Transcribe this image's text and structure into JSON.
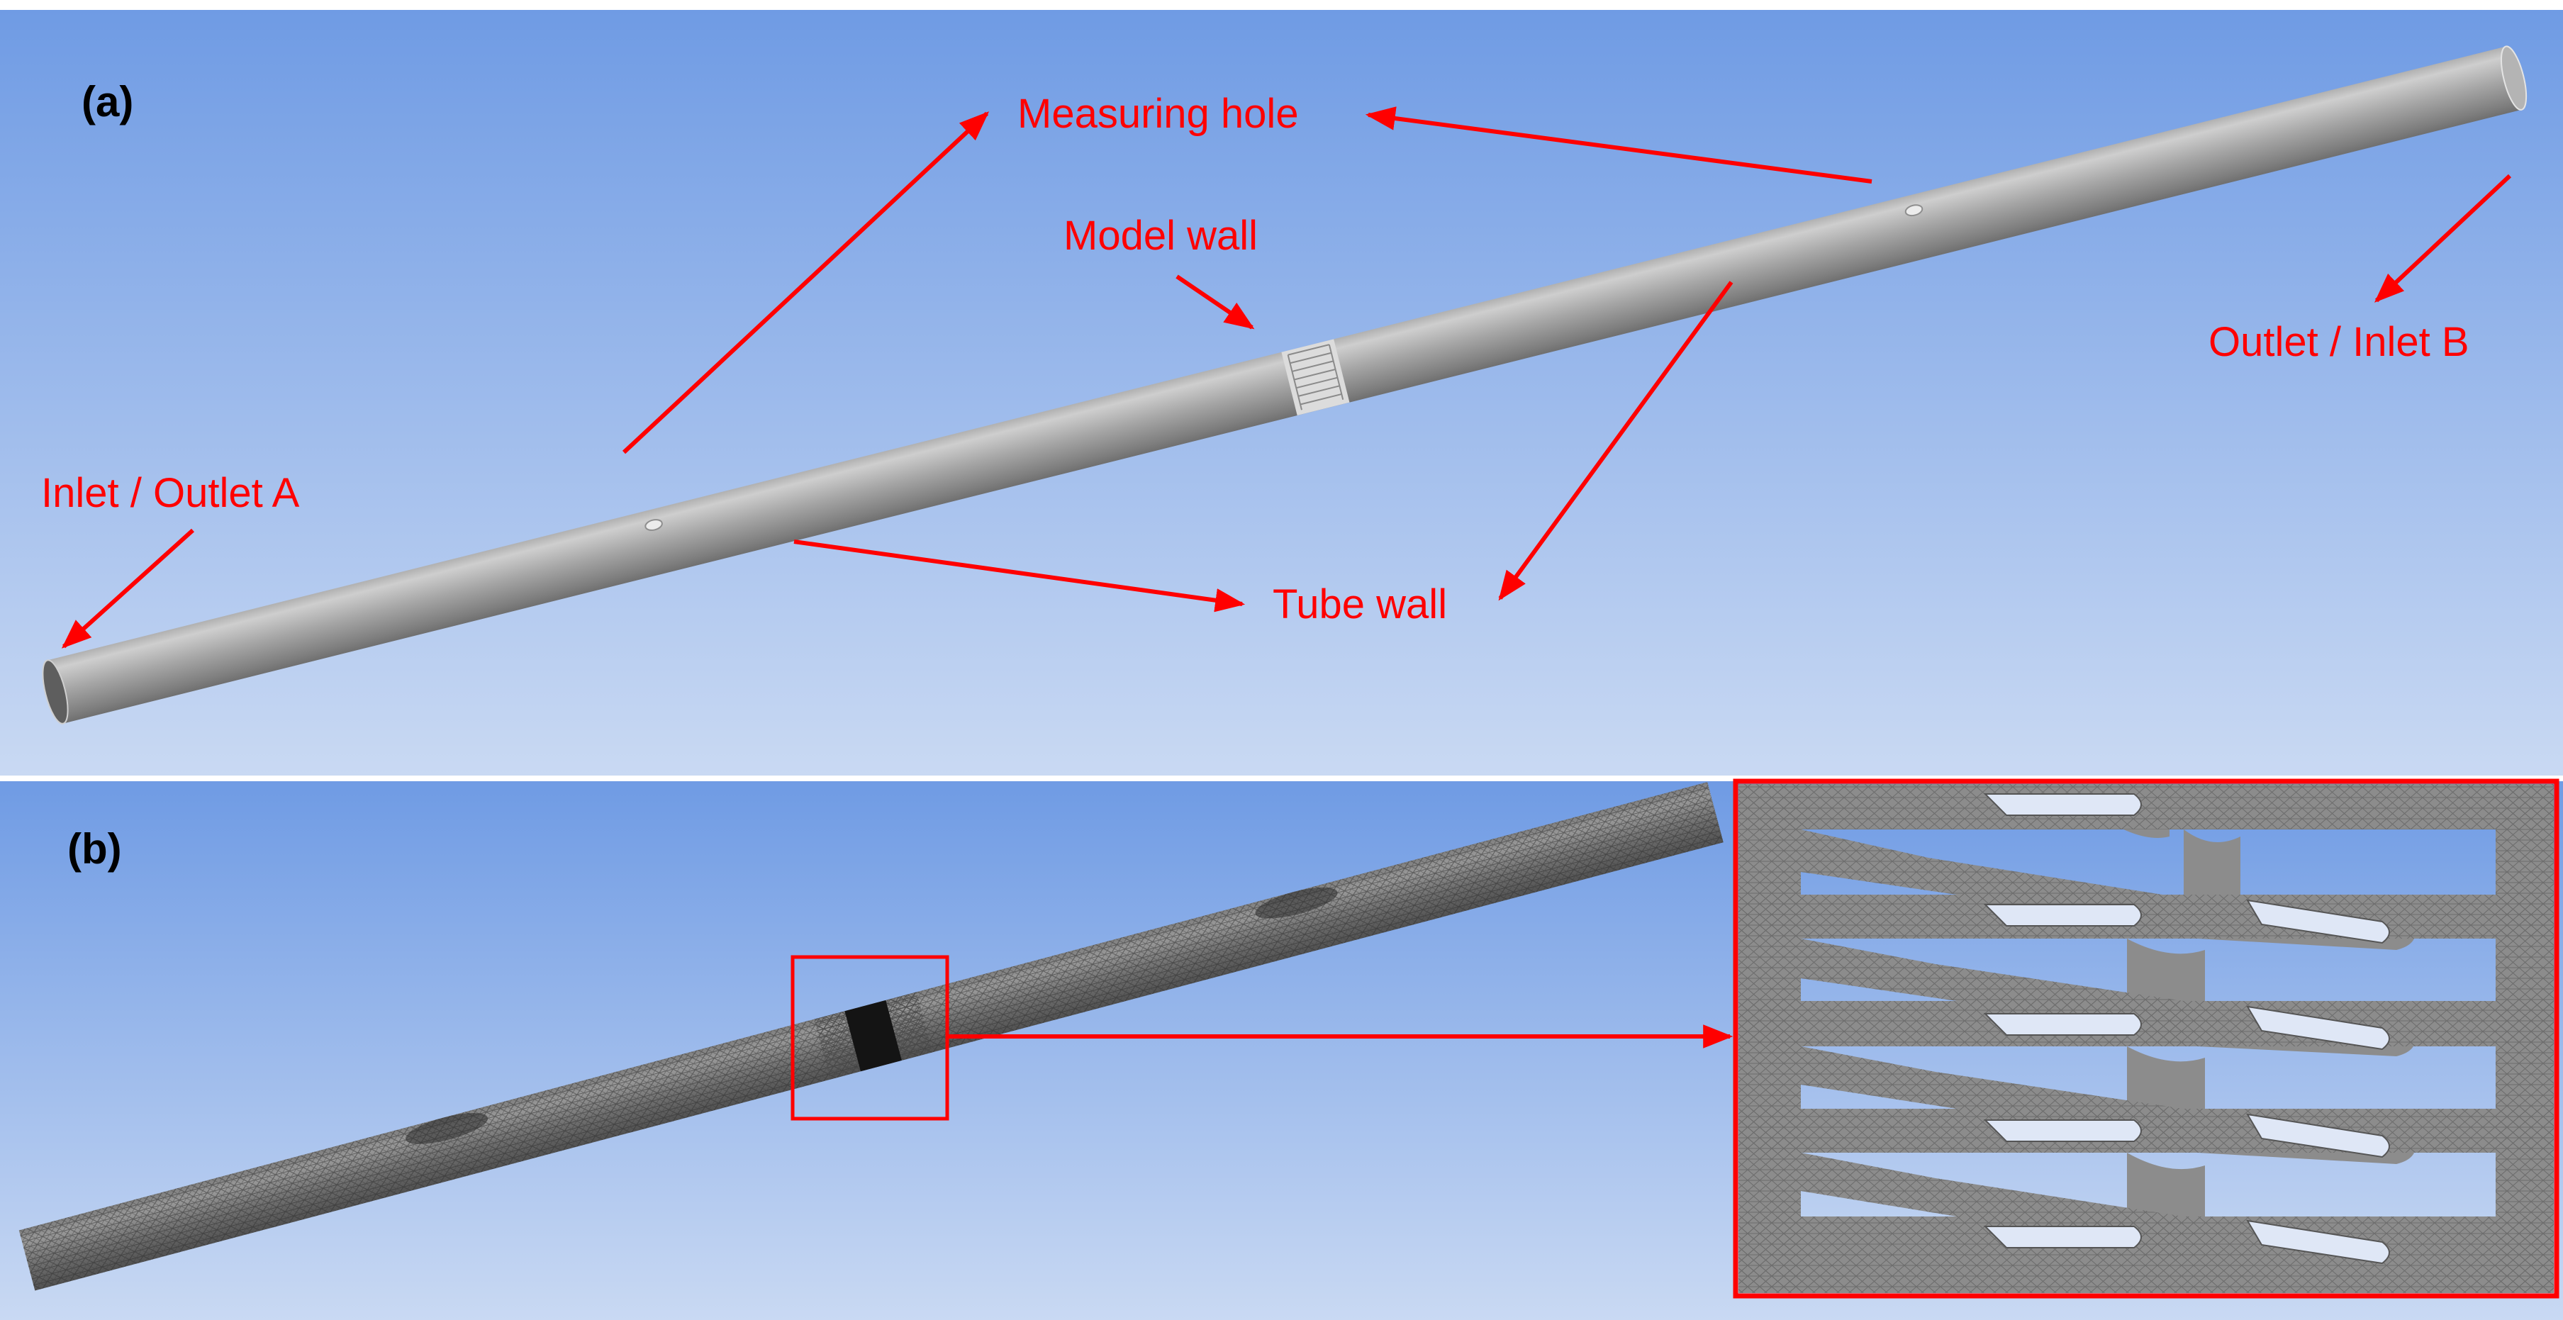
{
  "panel_a": {
    "tag": "(a)",
    "labels": {
      "measuring_hole": "Measuring hole",
      "model_wall": "Model wall",
      "outlet_inlet_b": "Outlet / Inlet B",
      "inlet_outlet_a": "Inlet / Outlet A",
      "tube_wall": "Tube wall"
    }
  },
  "panel_b": {
    "tag": "(b)"
  },
  "colors": {
    "annotation": "#ff0000",
    "bg_top": "#6f9be4",
    "bg_bottom": "#c9d9f3",
    "tube_light": "#d0d0d0",
    "tube_dark": "#787878",
    "mesh": "#3a3a3a"
  }
}
